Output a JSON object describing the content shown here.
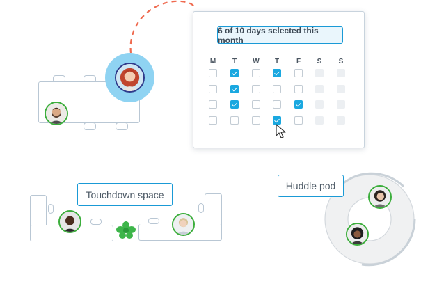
{
  "calendar": {
    "summary": "6 of 10 days selected this month",
    "weekdays": [
      "M",
      "T",
      "W",
      "T",
      "F",
      "S",
      "S"
    ],
    "weeks": [
      [
        "empty",
        "checked",
        "empty",
        "checked",
        "empty",
        "disabled",
        "disabled"
      ],
      [
        "empty",
        "checked",
        "empty",
        "empty",
        "empty",
        "disabled",
        "disabled"
      ],
      [
        "empty",
        "checked",
        "empty",
        "empty",
        "checked",
        "disabled",
        "disabled"
      ],
      [
        "empty",
        "empty",
        "empty",
        "checked",
        "empty",
        "disabled",
        "disabled"
      ]
    ]
  },
  "zones": {
    "touchdown_label": "Touchdown space",
    "huddle_label": "Huddle pod"
  },
  "colors": {
    "accent_blue": "#1aa8e0",
    "highlight_circle": "#8fd3f2",
    "avatar_ring": "#3cae3c",
    "dashed_connector": "#ef6a4f",
    "furniture_stroke": "#b9c7d4"
  },
  "icons": [
    "cursor-arrow-icon",
    "green-flower-icon"
  ]
}
